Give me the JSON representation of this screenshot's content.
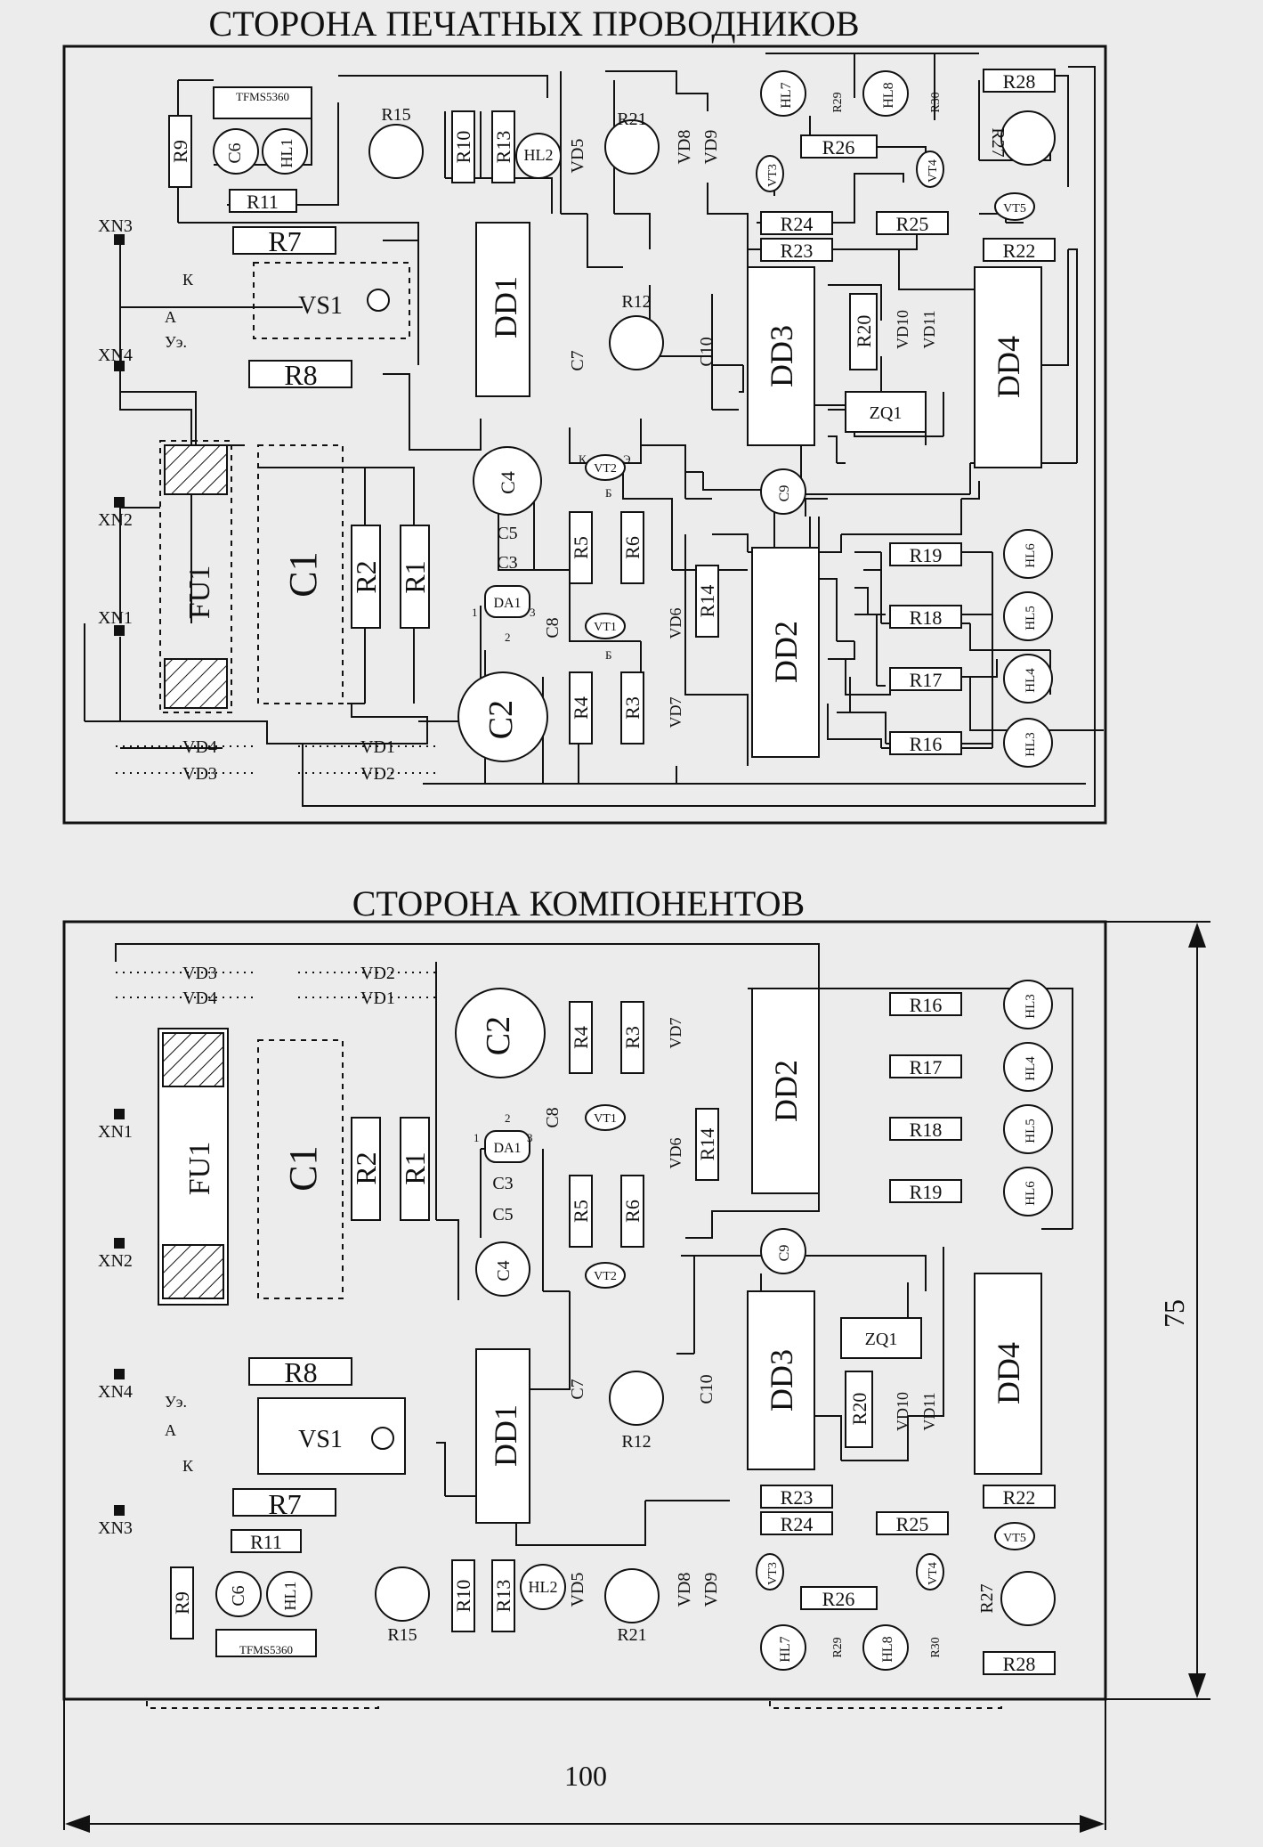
{
  "top_view": {
    "title": "СТОРОНА ПЕЧАТНЫХ ПРОВОДНИКОВ",
    "labels": {
      "tfms": "TFMS5360",
      "r9": "R9",
      "c6": "C6",
      "hl1": "HL1",
      "r11": "R11",
      "r15": "R15",
      "r10": "R10",
      "r13": "R13",
      "hl2": "HL2",
      "vd5": "VD5",
      "r21": "R21",
      "vd8": "VD8",
      "vd9": "VD9",
      "hl7": "HL7",
      "hl8": "HL8",
      "r29": "R29",
      "r30": "R30",
      "r28": "R28",
      "r27": "R27",
      "vt3": "VT3",
      "r26": "R26",
      "vt4": "VT4",
      "vt5": "VT5",
      "r24": "R24",
      "r25": "R25",
      "r23": "R23",
      "r22": "R22",
      "dd1": "DD1",
      "dd3": "DD3",
      "dd4": "DD4",
      "r20": "R20",
      "vd10": "VD10",
      "vd11": "VD11",
      "zq1": "ZQ1",
      "c10": "C10",
      "r12": "R12",
      "c7": "C7",
      "xn3": "XN3",
      "xn4": "XN4",
      "xn2": "XN2",
      "xn1": "XN1",
      "r7": "R7",
      "vs1": "VS1",
      "r8": "R8",
      "k": "К",
      "a": "А",
      "ue": "Уэ.",
      "fu1": "FU1",
      "c1": "C1",
      "r2": "R2",
      "r1": "R1",
      "c4": "C4",
      "c5": "C5",
      "c3": "C3",
      "da1": "DA1",
      "c8": "C8",
      "c2": "C2",
      "vt2": "VT2",
      "vt1": "VT1",
      "r5": "R5",
      "r6": "R6",
      "r4": "R4",
      "r3": "R3",
      "vd6": "VD6",
      "vd7": "VD7",
      "r14": "R14",
      "dd2": "DD2",
      "c9": "C9",
      "r19": "R19",
      "r18": "R18",
      "r17": "R17",
      "r16": "R16",
      "hl6": "HL6",
      "hl5": "HL5",
      "hl4": "HL4",
      "hl3": "HL3",
      "vd4": "VD4",
      "vd3": "VD3",
      "vd1": "VD1",
      "vd2": "VD2",
      "pin1": "1",
      "pin2": "2",
      "pin3": "3",
      "b": "Б",
      "e": "Э"
    }
  },
  "bottom_view": {
    "title": "СТОРОНА КОМПОНЕНТОВ",
    "dim_height": "75",
    "dim_width": "100"
  }
}
